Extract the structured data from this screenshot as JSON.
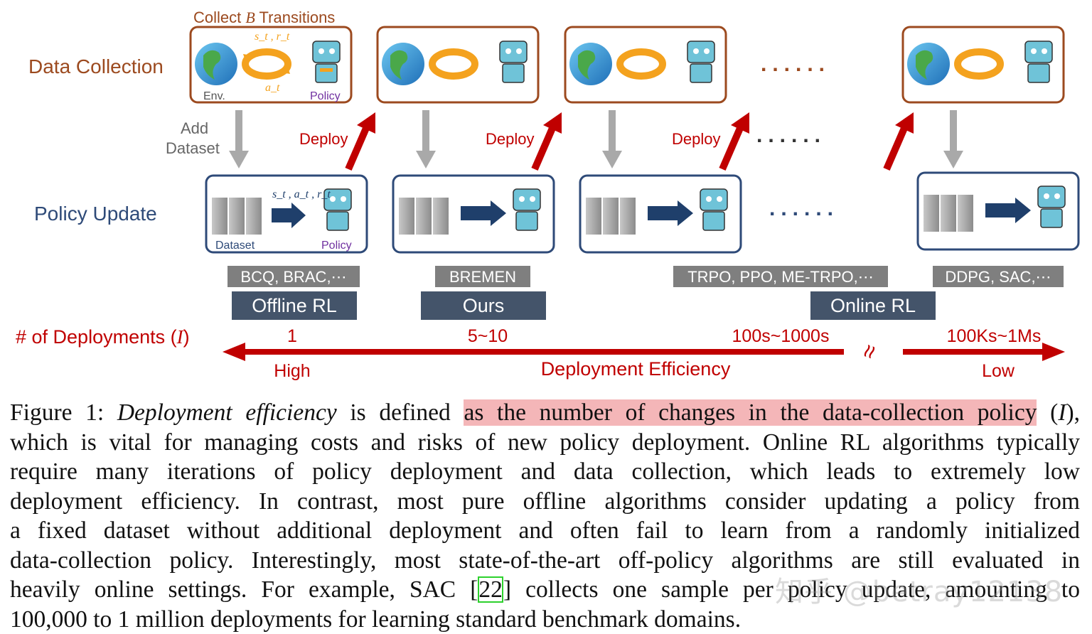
{
  "figure": {
    "row_labels": {
      "data_collection": "Data Collection",
      "policy_update": "Policy Update"
    },
    "collect_label": {
      "prefix": "Collect ",
      "var": "B",
      "suffix": " Transitions"
    },
    "first_box": {
      "env_label": "Env.",
      "policy_label": "Policy",
      "top_text": "s_t , r_t",
      "bottom_text": "a_t"
    },
    "update_box": {
      "dataset_label": "Dataset",
      "policy_label": "Policy",
      "arrow_text": "s_t , a_t , r_t"
    },
    "add_dataset": [
      "Add",
      "Dataset"
    ],
    "deploy_label": "Deploy",
    "dots": "......",
    "algorithms": {
      "offline": "BCQ, BRAC,⋯",
      "ours": "BREMEN",
      "trpo": "TRPO, PPO, ME-TRPO,⋯",
      "ddpg": "DDPG, SAC,⋯"
    },
    "categories": {
      "offline": "Offline RL",
      "ours": "Ours",
      "online": "Online RL"
    },
    "deployments_label": {
      "prefix": "# of Deployments (",
      "var": "I",
      "suffix": ")"
    },
    "deployment_counts": [
      "1",
      "5~10",
      "100s~1000s",
      "100Ks~1Ms"
    ],
    "axis_break": "≈",
    "efficiency": {
      "high": "High",
      "title": "Deployment Efficiency",
      "low": "Low"
    },
    "colors": {
      "brown": "#9c4a1f",
      "navy": "#2e4a78",
      "red": "#c00000",
      "gray_arrow": "#a9a9a9",
      "orange": "#f4a21e",
      "label_gray": "#7f7f7f",
      "category_box": "#44546a",
      "highlight": "#f4b6b8"
    }
  },
  "caption": {
    "lines": [
      {
        "figure_label": "Figure 1: ",
        "term": "Deployment efficiency",
        "mid": " is defined ",
        "highlight": "as the number of changes in the data-collection policy",
        "end_pre": " (",
        "end_var": "I",
        "end_post": "),"
      },
      "which is vital for managing costs and risks of new policy deployment. Online RL algorithms typically",
      "require many iterations of policy deployment and data collection, which leads to extremely low",
      "deployment efficiency.  In contrast, most pure offline algorithms consider updating a policy from",
      "a fixed dataset without additional deployment and often fail to learn from a randomly initialized",
      "data-collection policy. Interestingly, most state-of-the-art off-policy algorithms are still evaluated in",
      {
        "pre": "heavily online settings. For example, SAC [",
        "ref": "22",
        "post": "] collects one sample per policy update, amounting to"
      },
      "100,000 to 1 million deployments for learning standard benchmark domains."
    ]
  },
  "watermark": "知乎 @betray12138"
}
